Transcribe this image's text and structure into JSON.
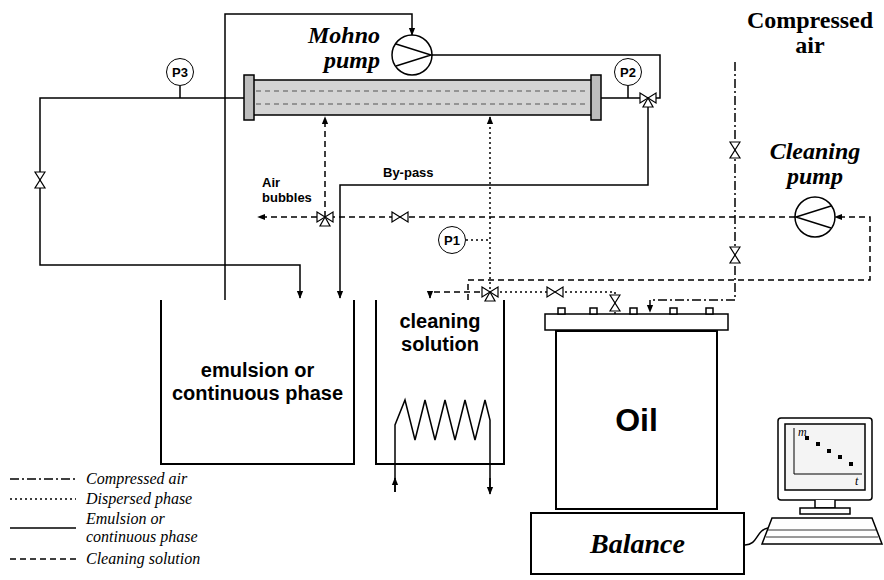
{
  "diagram": {
    "nodes": [
      {
        "text": [
          "Mohno pump"
        ]
      },
      {
        "text": [
          "P3"
        ]
      },
      {
        "text": [
          "P2"
        ]
      },
      {
        "text": [
          "Cleaning pump"
        ]
      },
      {
        "text": [
          "P1"
        ]
      },
      {
        "text": [
          "emulsion or continuous phase"
        ]
      },
      {
        "text": [
          "cleaning solution"
        ]
      },
      {
        "text": [
          "Oil"
        ]
      },
      {
        "text": [
          "Balance"
        ]
      }
    ],
    "edges": [
      {
        "from": 5,
        "to": 0,
        "arrow": "to"
      },
      {
        "from": 6,
        "to": 3,
        "arrow": "to"
      }
    ],
    "labels": [
      "Compressed air",
      "Air bubbles",
      "By-pass",
      "m",
      "t"
    ],
    "legend": [
      {
        "text": "Compressed air"
      },
      {
        "text": "Dispersed phase"
      },
      {
        "text": "Emulsion or continuous phase"
      },
      {
        "text": "Cleaning solution"
      }
    ]
  }
}
